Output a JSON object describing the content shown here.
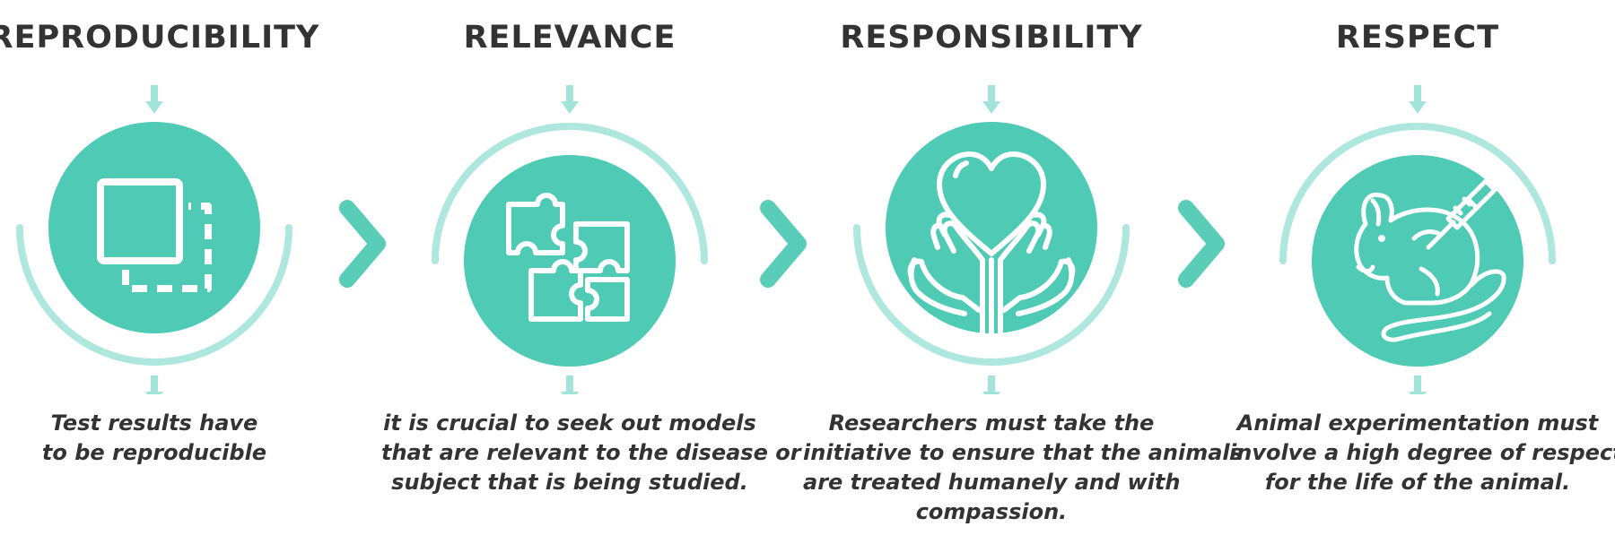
{
  "colors": {
    "circle": "#4ecab5",
    "arc": "#aee7de",
    "arrow": "#a2e4d9",
    "chevron": "#5acdb9",
    "text": "#333333",
    "icon_stroke": "#ffffff"
  },
  "pillars": [
    {
      "title": "REPRODUCIBILITY",
      "icon": "copy-squares-icon",
      "description_lines": [
        "Test results have",
        "to be reproducible"
      ]
    },
    {
      "title": "RELEVANCE",
      "icon": "puzzle-pieces-icon",
      "description_lines": [
        "it is crucial to seek out models",
        "that are relevant to the disease or",
        "subject that is being studied."
      ]
    },
    {
      "title": "RESPONSIBILITY",
      "icon": "heart-in-hands-icon",
      "description_lines": [
        "Researchers must take the",
        "initiative to ensure that the animals",
        "are treated humanely and with",
        "compassion."
      ]
    },
    {
      "title": "RESPECT",
      "icon": "mouse-syringe-icon",
      "description_lines": [
        "Animal experimentation must",
        "involve a high degree of respect",
        "for the life of the animal."
      ]
    }
  ],
  "connectors": [
    "chevron-right-icon",
    "chevron-right-icon",
    "chevron-right-icon"
  ]
}
